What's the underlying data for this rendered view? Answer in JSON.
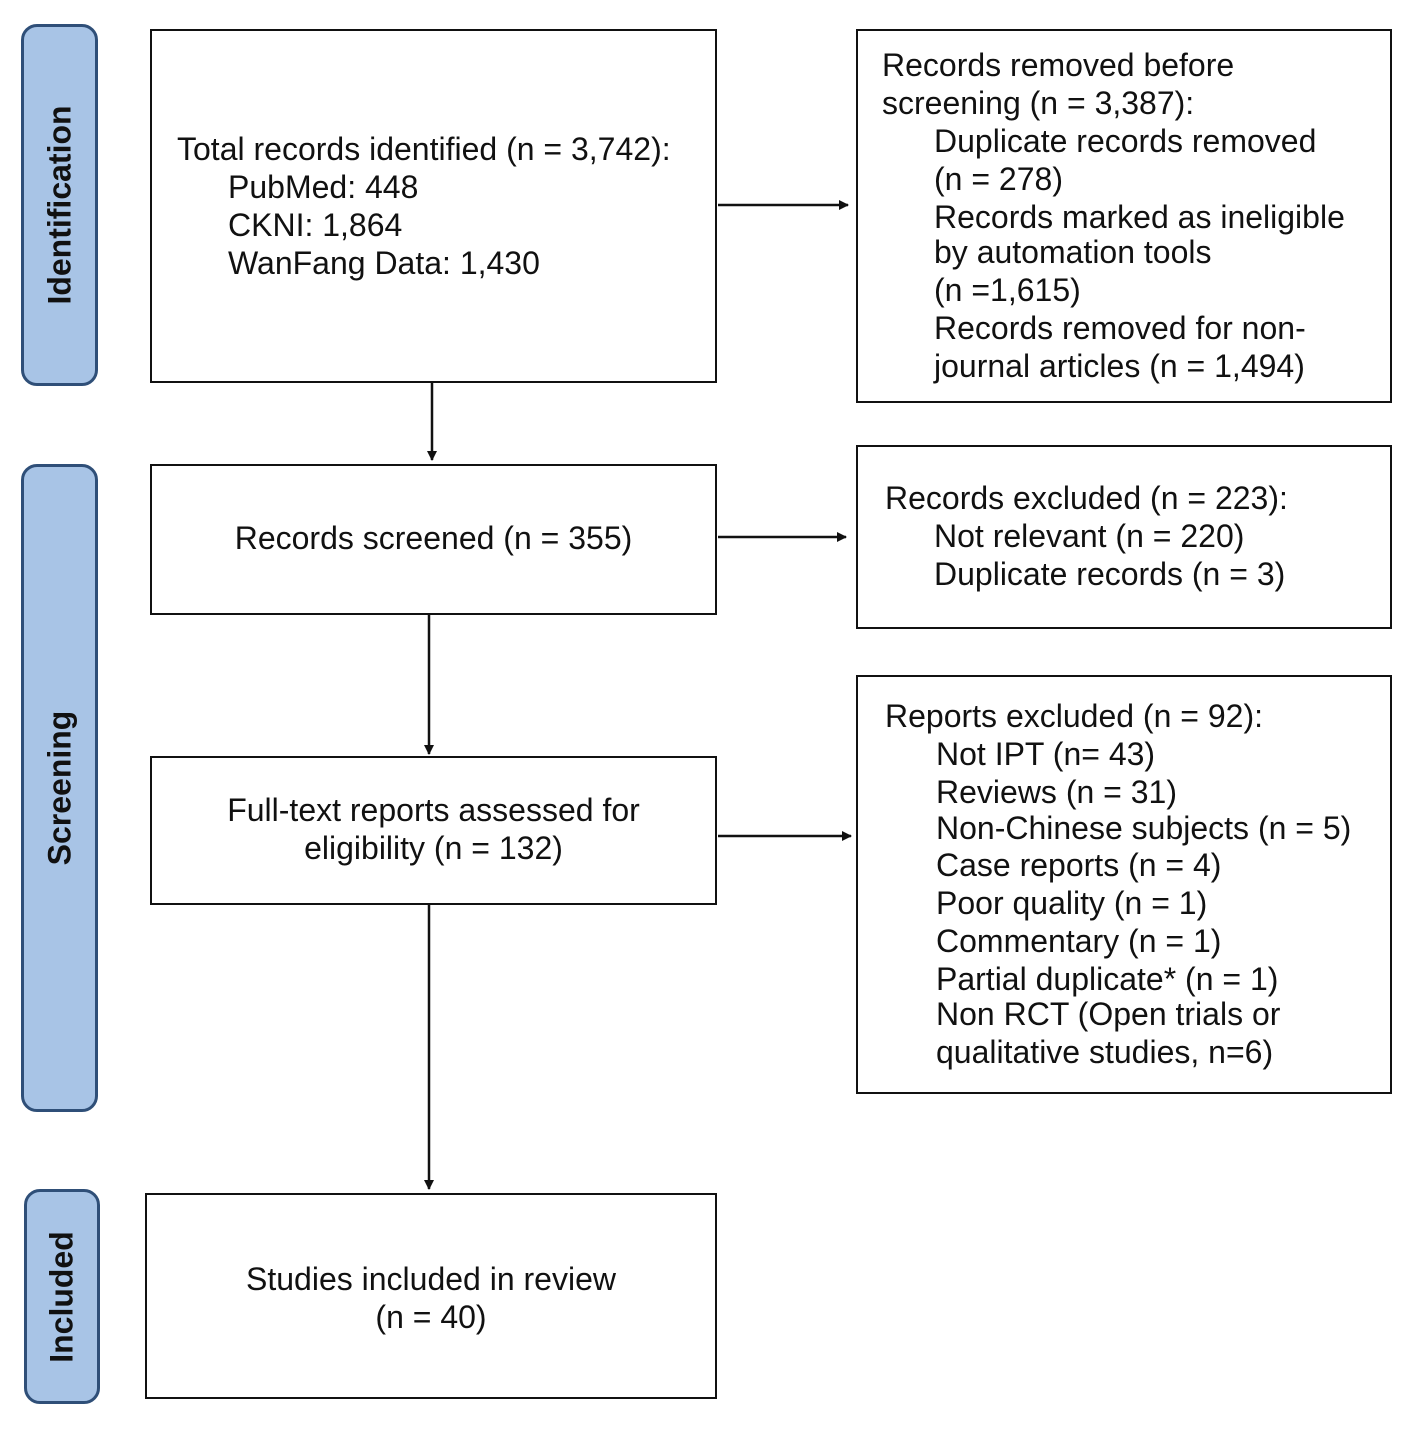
{
  "phases": {
    "identification": "Identification",
    "screening": "Screening",
    "included": "Included"
  },
  "total_box": {
    "title": "Total records identified (n = 3,742):",
    "items": [
      "PubMed: 448",
      "CKNI: 1,864",
      "WanFang Data: 1,430"
    ]
  },
  "removed_box": {
    "title_lines": [
      "Records removed before",
      "screening (n = 3,387):"
    ],
    "item_lines": [
      "Duplicate records removed",
      "(n = 278)",
      "Records marked as ineligible",
      "by automation tools",
      "(n =1,615)",
      "Records removed for non-",
      "journal articles (n = 1,494)"
    ]
  },
  "screened_box": {
    "text": "Records screened (n = 355)"
  },
  "excluded_box": {
    "title": "Records excluded (n = 223):",
    "items": [
      "Not relevant (n = 220)",
      "Duplicate records (n = 3)"
    ]
  },
  "fulltext_box": {
    "lines": [
      "Full-text reports assessed for",
      "eligibility (n = 132)"
    ]
  },
  "reports_excluded_box": {
    "title": "Reports excluded (n = 92):",
    "items": [
      "Not IPT  (n= 43)",
      "Reviews  (n = 31)",
      "Non-Chinese subjects (n = 5)",
      "Case reports  (n = 4)",
      "Poor quality (n = 1)",
      "Commentary (n = 1)",
      "Partial duplicate* (n = 1)",
      "Non RCT  (Open trials or",
      "qualitative studies, n=6)"
    ]
  },
  "included_box": {
    "lines": [
      "Studies included in review",
      "(n = 40)"
    ]
  }
}
